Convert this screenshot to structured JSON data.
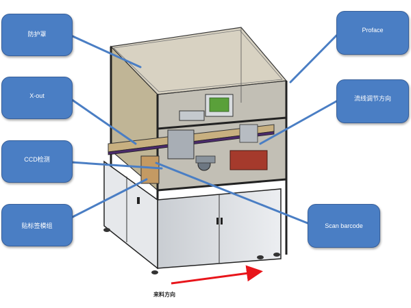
{
  "callouts": {
    "guard": "防护罩",
    "xout": "X-out",
    "ccd": "CCD检测",
    "label_module": "贴标签模组",
    "proface": "Proface",
    "flow_direction": "流线调节方向",
    "scan_barcode": "Scan barcode"
  },
  "feed_direction": "来料方向",
  "colors": {
    "callout_fill": "#4a7ec4",
    "callout_border": "#375f9a",
    "leader_line": "#4a7ec4",
    "feed_arrow": "#e8151b"
  }
}
